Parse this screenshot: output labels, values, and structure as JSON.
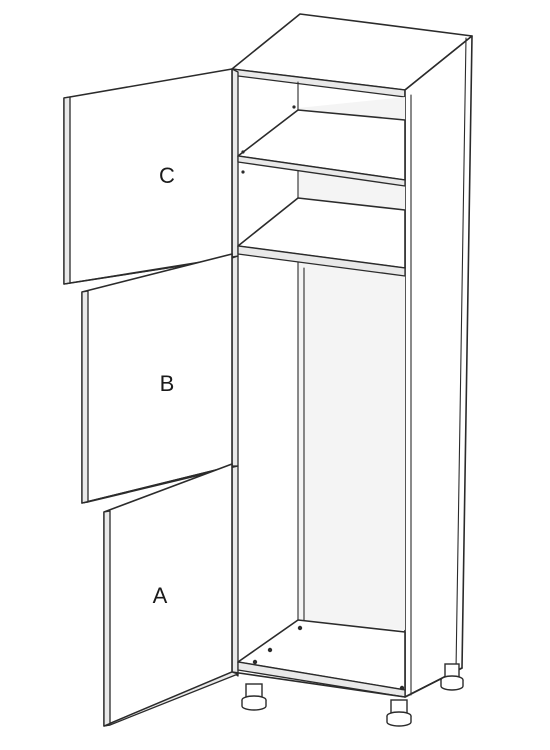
{
  "diagram": {
    "doors": [
      {
        "id": "A",
        "label": "A"
      },
      {
        "id": "B",
        "label": "B"
      },
      {
        "id": "C",
        "label": "C"
      }
    ]
  }
}
